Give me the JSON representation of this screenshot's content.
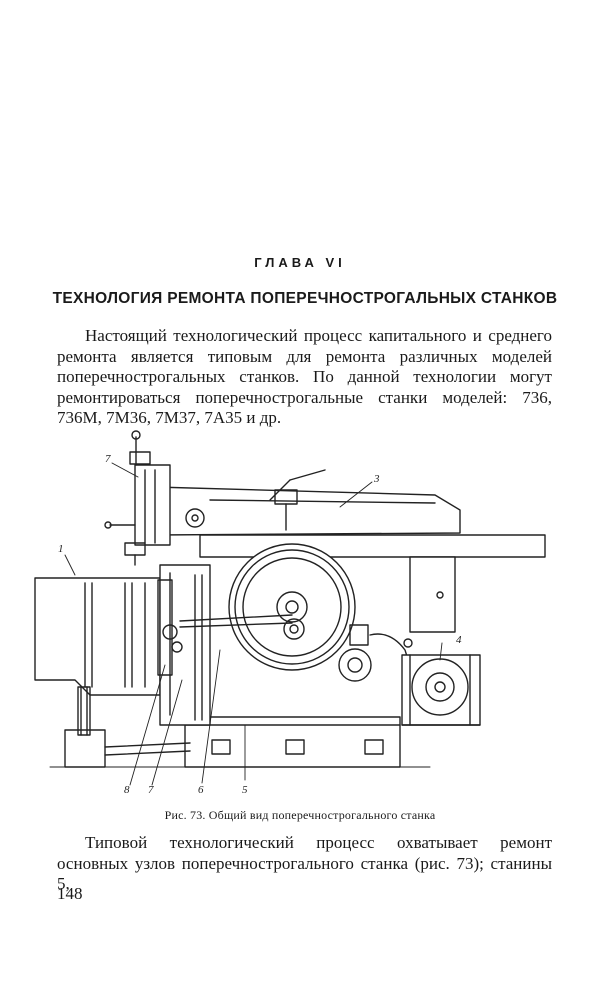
{
  "chapter": "ГЛАВА VI",
  "title": "ТЕХНОЛОГИЯ РЕМОНТА ПОПЕРЕЧНОСТРОГАЛЬНЫХ СТАНКОВ",
  "paragraph1": "Настоящий технологический процесс капитального и среднего ремонта является типовым для ремонта различных моделей поперечнострогальных станков. По данной технологии могут ремонтироваться поперечнострогальные станки моделей: 736, 736М, 7М36, 7М37, 7А35 и др.",
  "figure": {
    "labels": {
      "l1": "1",
      "l3": "3",
      "l4": "4",
      "l5": "5",
      "l6": "6",
      "l7a": "7",
      "l7b": "7",
      "l8": "8"
    },
    "caption": "Рис. 73. Общий вид поперечнострогального станка"
  },
  "paragraph2": "Типовой технологический процесс охватывает ремонт основных узлов поперечнострогального станка (рис. 73); станины 5,",
  "page_number": "148"
}
